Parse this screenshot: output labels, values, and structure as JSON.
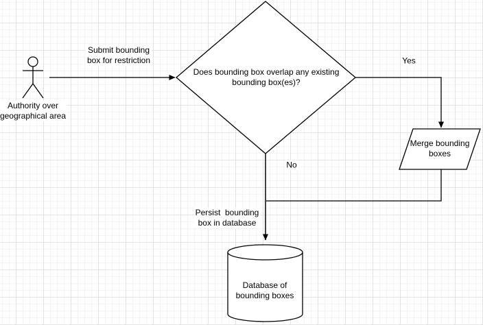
{
  "canvas": {
    "background_color": "#ffffff",
    "grid_minor_color": "#f5f3f3",
    "grid_major_color": "#e2e2e2",
    "stroke_color": "#000000",
    "merged_edge_color": "#404040",
    "text_color": "#000000",
    "label_background": "#ffffff"
  },
  "nodes": {
    "actor": {
      "shape": "stick-figure",
      "label": "Authority over\ngeographical area"
    },
    "decision": {
      "shape": "diamond",
      "label": "Does bounding box overlap any existing\nbounding box(es)?"
    },
    "merge": {
      "shape": "parallelogram",
      "label": "Merge bounding\nboxes"
    },
    "database": {
      "shape": "cylinder",
      "label": "Database of\nbounding boxes"
    }
  },
  "edges": {
    "submit": {
      "label": "Submit bounding\nbox for restriction"
    },
    "yes": {
      "label": "Yes"
    },
    "no": {
      "label": "No"
    },
    "persist": {
      "label": "Persist  bounding\nbox in database"
    }
  }
}
